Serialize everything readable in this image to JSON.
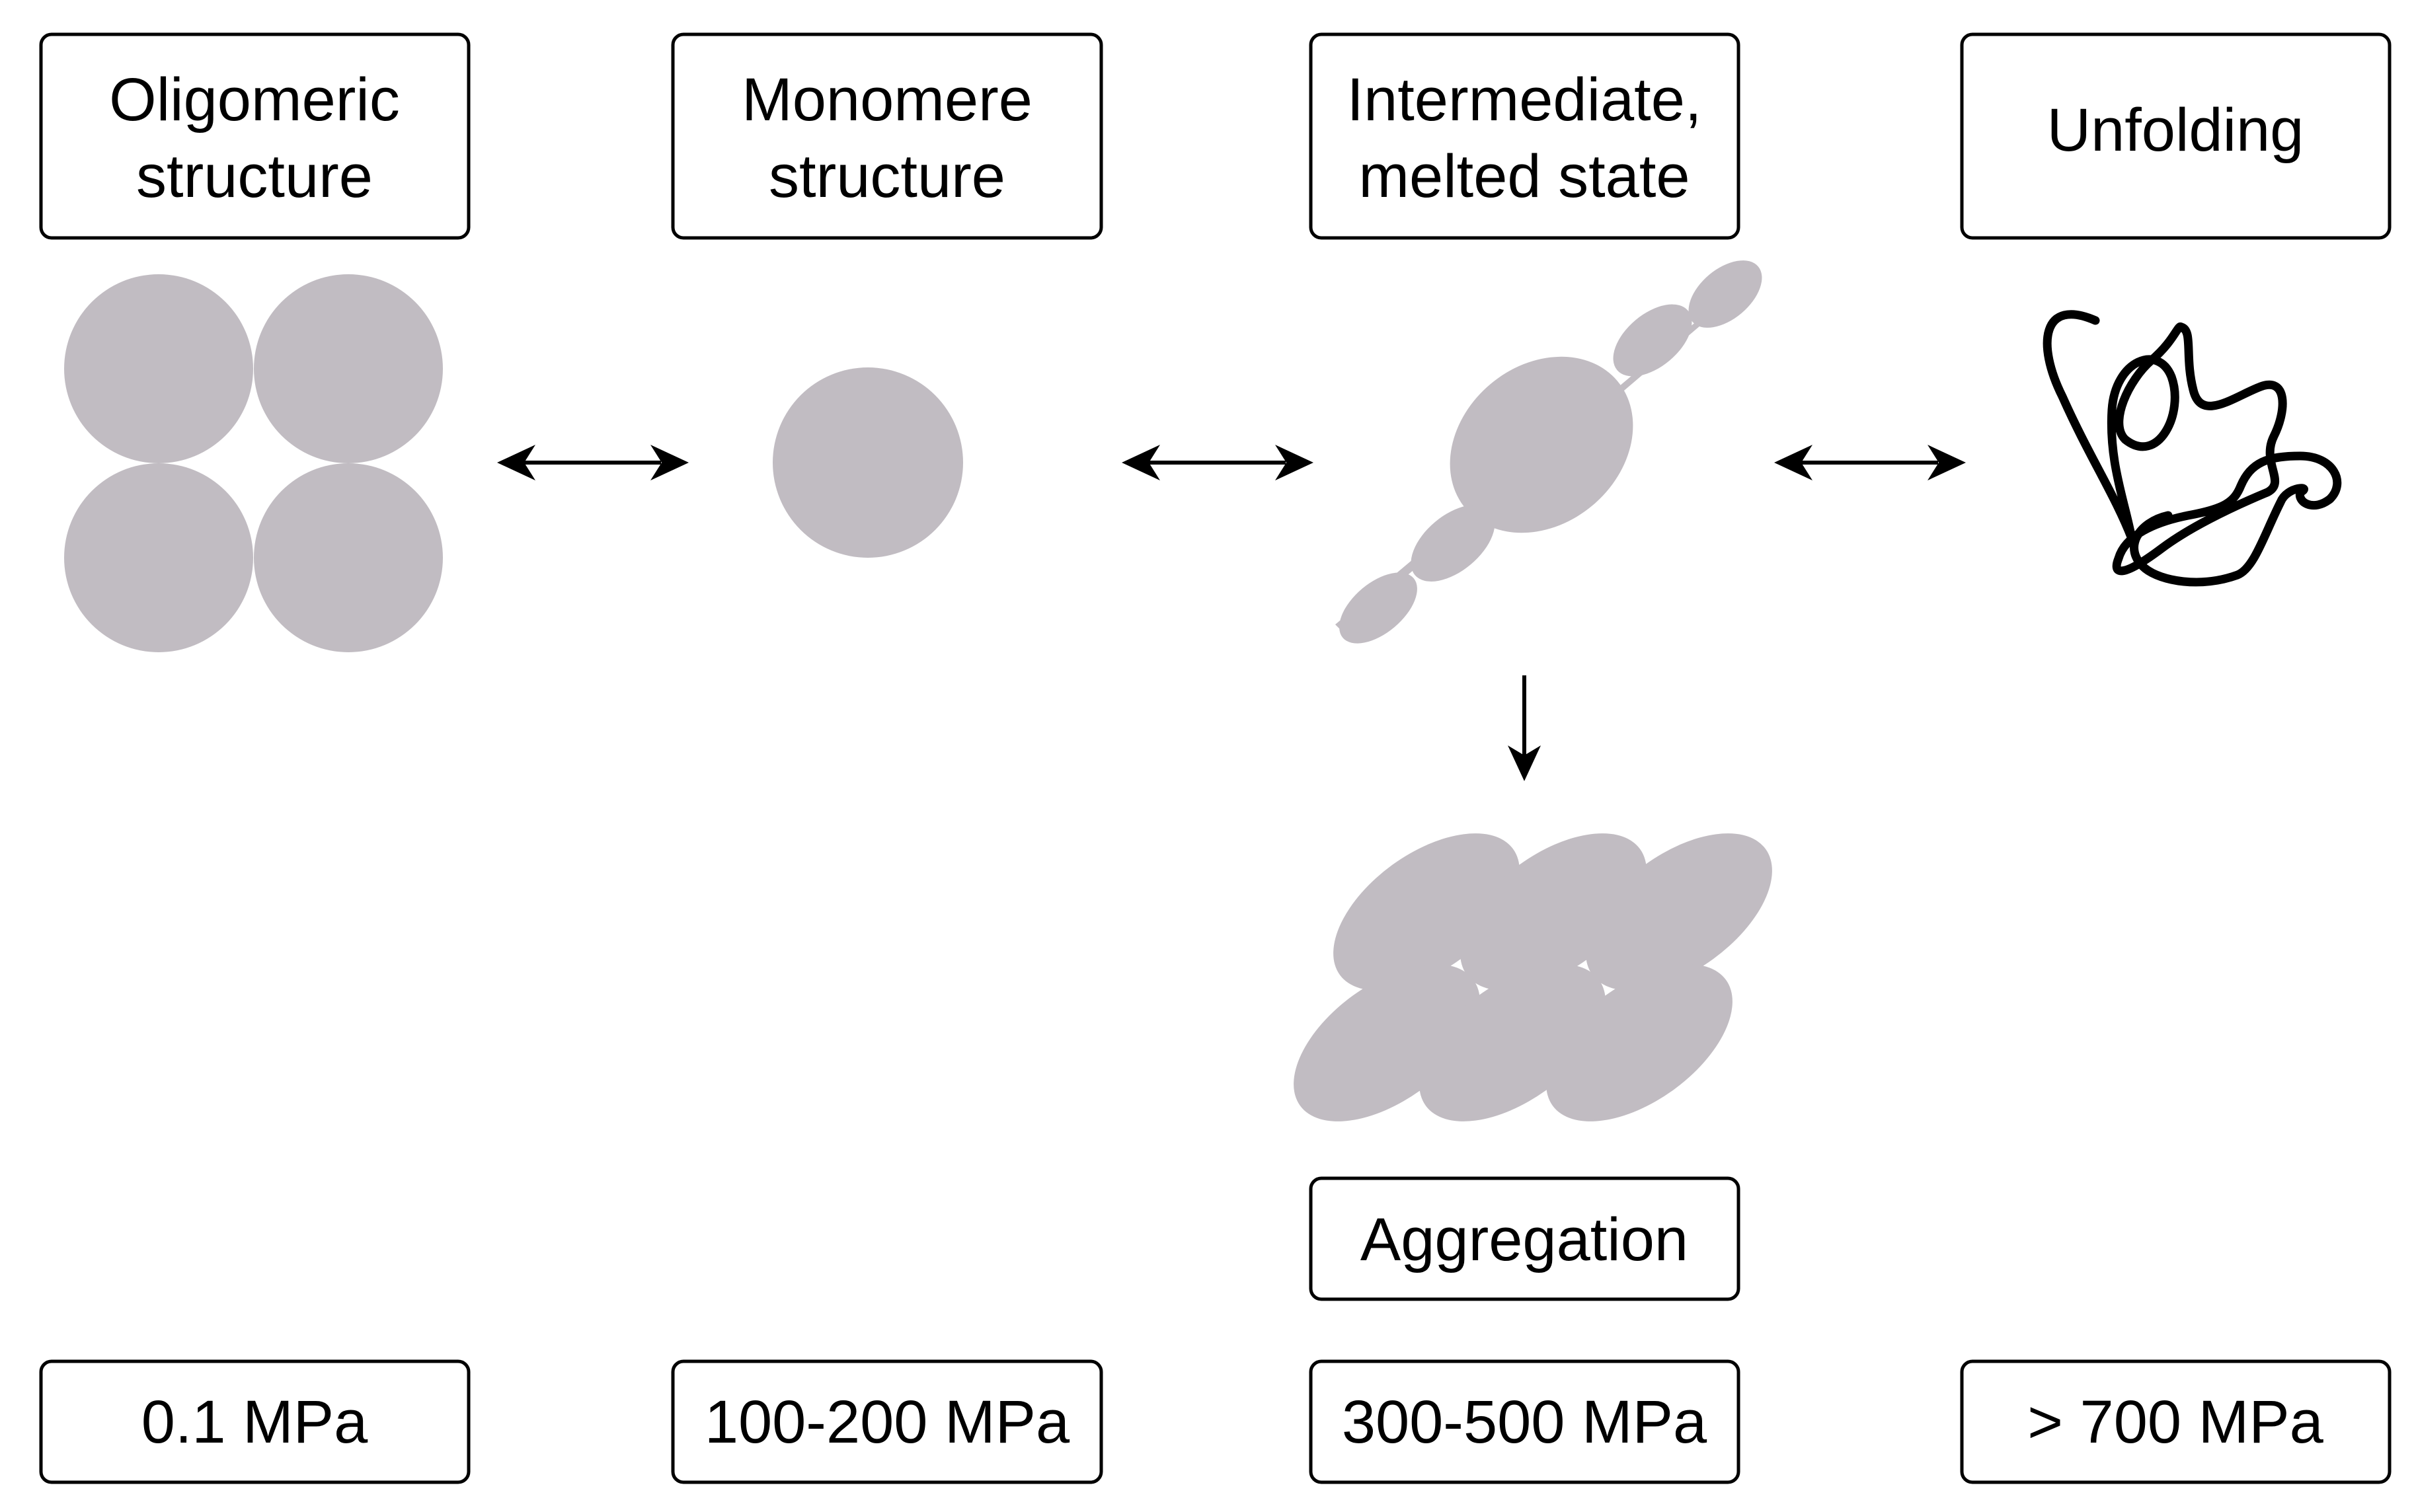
{
  "stages": [
    {
      "label_lines": [
        "Oligomeric",
        "structure"
      ],
      "pressure": "0.1 MPa"
    },
    {
      "label_lines": [
        "Monomere",
        "structure"
      ],
      "pressure": "100-200 MPa"
    },
    {
      "label_lines": [
        "Intermediate,",
        "melted state"
      ],
      "pressure": "300-500 MPa"
    },
    {
      "label_lines": [
        "Unfolding"
      ],
      "pressure": "> 700 MPa"
    }
  ],
  "aggregation": {
    "label": "Aggregation"
  },
  "colors": {
    "protein": "#c1bcc2",
    "outline": "#000000"
  },
  "icons": [
    "double-arrow-icon",
    "down-arrow-icon"
  ]
}
